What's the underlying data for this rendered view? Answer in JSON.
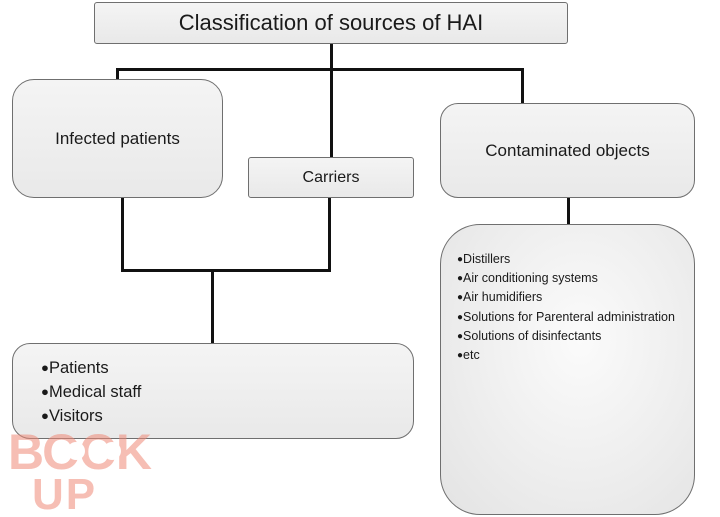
{
  "diagram": {
    "title": "Classification of sources of HAI",
    "infected_patients": "Infected patients",
    "carriers": "Carriers",
    "contaminated_objects": "Contaminated objects",
    "people_items": [
      {
        "bullet": "●",
        "label": "Patients"
      },
      {
        "bullet": "●",
        "label": "Medical staff"
      },
      {
        "bullet": "●",
        "label": "Visitors"
      }
    ],
    "object_items": [
      {
        "bullet": "●",
        "label": "Distillers"
      },
      {
        "bullet": "●",
        "label": "Air conditioning systems"
      },
      {
        "bullet": "●",
        "label": "Air humidifiers"
      },
      {
        "bullet": "●",
        "label": "Solutions for Parenteral administration"
      },
      {
        "bullet": "●",
        "label": "Solutions of disinfectants"
      },
      {
        "bullet": "●",
        "label": "etc"
      }
    ]
  },
  "watermark": {
    "line1": "BOOK",
    "line2": "UP",
    "color": "#f08a78"
  },
  "colors": {
    "connector": "#111111",
    "box_fill": "#eeeeee",
    "box_border": "#6f6f6f"
  }
}
